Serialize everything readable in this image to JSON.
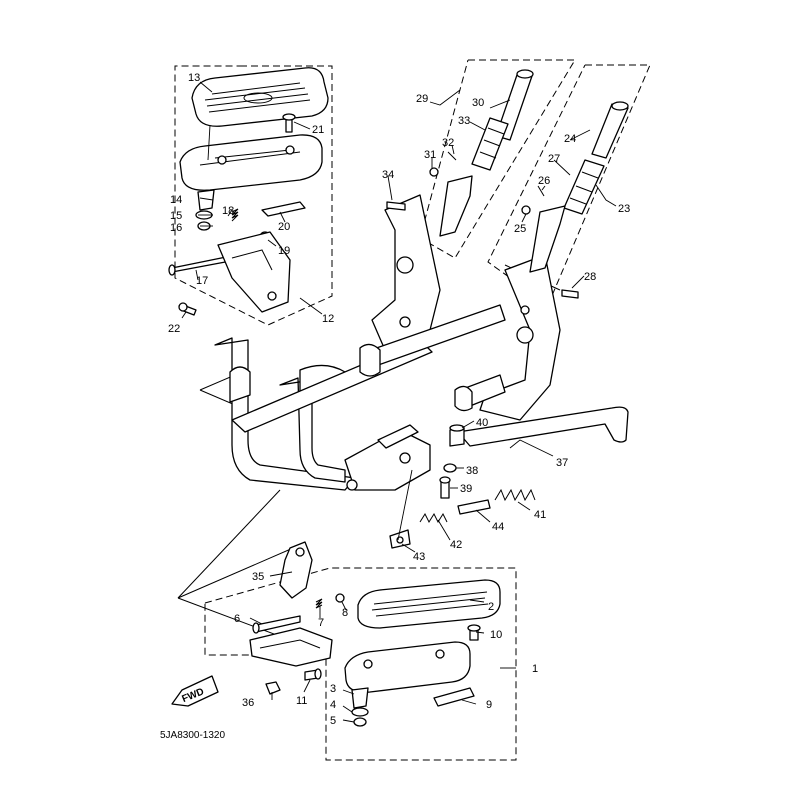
{
  "diagram_code": "5JA8300-1320",
  "fwd_badge": "FWD",
  "callouts": [
    {
      "id": "1",
      "label": "1"
    },
    {
      "id": "2",
      "label": "2"
    },
    {
      "id": "3",
      "label": "3"
    },
    {
      "id": "4",
      "label": "4"
    },
    {
      "id": "5",
      "label": "5"
    },
    {
      "id": "6",
      "label": "6"
    },
    {
      "id": "7",
      "label": "7"
    },
    {
      "id": "8",
      "label": "8"
    },
    {
      "id": "9",
      "label": "9"
    },
    {
      "id": "10",
      "label": "10"
    },
    {
      "id": "11",
      "label": "11"
    },
    {
      "id": "12",
      "label": "12"
    },
    {
      "id": "13",
      "label": "13"
    },
    {
      "id": "14",
      "label": "14"
    },
    {
      "id": "15",
      "label": "15"
    },
    {
      "id": "16",
      "label": "16"
    },
    {
      "id": "17",
      "label": "17"
    },
    {
      "id": "18",
      "label": "18"
    },
    {
      "id": "19",
      "label": "19"
    },
    {
      "id": "20",
      "label": "20"
    },
    {
      "id": "21",
      "label": "21"
    },
    {
      "id": "22",
      "label": "22"
    },
    {
      "id": "23",
      "label": "23"
    },
    {
      "id": "24",
      "label": "24"
    },
    {
      "id": "25",
      "label": "25"
    },
    {
      "id": "26",
      "label": "26"
    },
    {
      "id": "27",
      "label": "27"
    },
    {
      "id": "28",
      "label": "28"
    },
    {
      "id": "29",
      "label": "29"
    },
    {
      "id": "30",
      "label": "30"
    },
    {
      "id": "31",
      "label": "31"
    },
    {
      "id": "32",
      "label": "32"
    },
    {
      "id": "33",
      "label": "33"
    },
    {
      "id": "34",
      "label": "34"
    },
    {
      "id": "35",
      "label": "35"
    },
    {
      "id": "36",
      "label": "36"
    },
    {
      "id": "37",
      "label": "37"
    },
    {
      "id": "38",
      "label": "38"
    },
    {
      "id": "39",
      "label": "39"
    },
    {
      "id": "40",
      "label": "40"
    },
    {
      "id": "41",
      "label": "41"
    },
    {
      "id": "42",
      "label": "42"
    },
    {
      "id": "43",
      "label": "43"
    },
    {
      "id": "44",
      "label": "44"
    }
  ]
}
